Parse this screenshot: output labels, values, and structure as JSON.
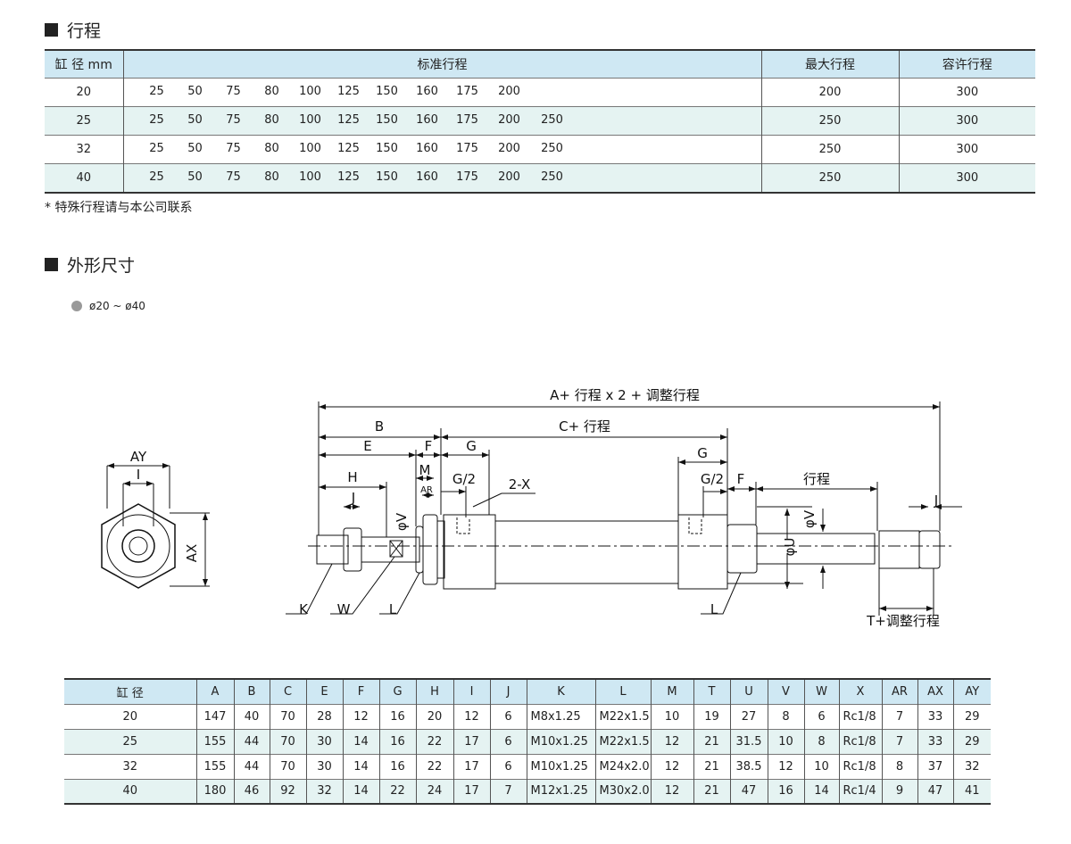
{
  "stroke_section": {
    "title": "行程",
    "headers": [
      "缸 径 mm",
      "标准行程",
      "最大行程",
      "容许行程"
    ],
    "rows": [
      {
        "bore": "20",
        "strokes": [
          "25",
          "50",
          "75",
          "80",
          "100",
          "125",
          "150",
          "160",
          "175",
          "200",
          ""
        ],
        "max": "200",
        "allow": "300"
      },
      {
        "bore": "25",
        "strokes": [
          "25",
          "50",
          "75",
          "80",
          "100",
          "125",
          "150",
          "160",
          "175",
          "200",
          "250"
        ],
        "max": "250",
        "allow": "300"
      },
      {
        "bore": "32",
        "strokes": [
          "25",
          "50",
          "75",
          "80",
          "100",
          "125",
          "150",
          "160",
          "175",
          "200",
          "250"
        ],
        "max": "250",
        "allow": "300"
      },
      {
        "bore": "40",
        "strokes": [
          "25",
          "50",
          "75",
          "80",
          "100",
          "125",
          "150",
          "160",
          "175",
          "200",
          "250"
        ],
        "max": "250",
        "allow": "300"
      }
    ],
    "note": "* 特殊行程请与本公司联系"
  },
  "dim_section": {
    "title": "外形尺寸",
    "range": "ø20 ~ ø40"
  },
  "drawing": {
    "A": "A+ 行程 x 2 + 调整行程",
    "B": "B",
    "C": "C+ 行程",
    "E": "E",
    "F": "F",
    "G": "G",
    "H": "H",
    "J": "J",
    "M": "M",
    "AR": "AR",
    "G2": "G/2",
    "X": "2-X",
    "stroke": "行程",
    "V": "φV",
    "U": "φU",
    "K": "K",
    "W": "W",
    "L": "L",
    "T": "T+调整行程",
    "AY": "AY",
    "I": "I",
    "AX": "AX"
  },
  "dim_table": {
    "headers": [
      "缸 径",
      "A",
      "B",
      "C",
      "E",
      "F",
      "G",
      "H",
      "I",
      "J",
      "K",
      "L",
      "M",
      "T",
      "U",
      "V",
      "W",
      "X",
      "AR",
      "AX",
      "AY"
    ],
    "rows": [
      [
        "20",
        "147",
        "40",
        "70",
        "28",
        "12",
        "16",
        "20",
        "12",
        "6",
        "M8x1.25",
        "M22x1.5",
        "10",
        "19",
        "27",
        "8",
        "6",
        "Rc1/8",
        "7",
        "33",
        "29"
      ],
      [
        "25",
        "155",
        "44",
        "70",
        "30",
        "14",
        "16",
        "22",
        "17",
        "6",
        "M10x1.25",
        "M22x1.5",
        "12",
        "21",
        "31.5",
        "10",
        "8",
        "Rc1/8",
        "7",
        "33",
        "29"
      ],
      [
        "32",
        "155",
        "44",
        "70",
        "30",
        "14",
        "16",
        "22",
        "17",
        "6",
        "M10x1.25",
        "M24x2.0",
        "12",
        "21",
        "38.5",
        "12",
        "10",
        "Rc1/8",
        "8",
        "37",
        "32"
      ],
      [
        "40",
        "180",
        "46",
        "92",
        "32",
        "14",
        "22",
        "24",
        "17",
        "7",
        "M12x1.25",
        "M30x2.0",
        "12",
        "21",
        "47",
        "16",
        "14",
        "Rc1/4",
        "9",
        "47",
        "41"
      ]
    ]
  }
}
